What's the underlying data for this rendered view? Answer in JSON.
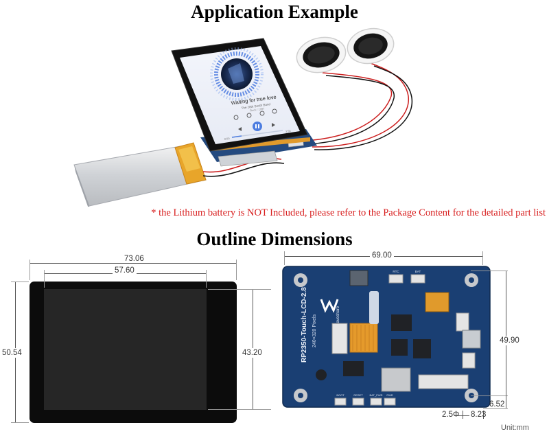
{
  "sections": {
    "application_title": "Application Example",
    "outline_title": "Outline Dimensions"
  },
  "player": {
    "song_title": "Waiting for true love",
    "artist": "The 28th South Band",
    "album": "Rock / 1997",
    "time_start": "0:00",
    "time_end": "3:58"
  },
  "note": "* the Lithium battery is NOT Included, please refer to the Package Content for the detailed part list",
  "front_view": {
    "overall_width": "73.06",
    "display_width": "57.60",
    "overall_height": "50.54",
    "display_height": "43.20"
  },
  "back_view": {
    "board_width": "69.00",
    "board_height": "49.90",
    "hole_offset_y": "6.52",
    "hole_diameter": "2.5Φ",
    "hole_offset_x": "8.23",
    "board_name": "RP2350-Touch-LCD-2.8",
    "board_resolution": "240×320 Pixels",
    "brand": "Waveshare",
    "labels": {
      "bat": "BAT",
      "rtc": "RTC",
      "boot": "BOOT",
      "reset": "RESET",
      "bat_pwr": "BAT_PWR",
      "pwr": "PWR"
    }
  },
  "unit": "Unit:mm",
  "colors": {
    "note_red": "#d81e1e",
    "pcb_blue": "#1a3f73",
    "lcd_black": "#101010",
    "accent_blue": "#4d7de0"
  }
}
